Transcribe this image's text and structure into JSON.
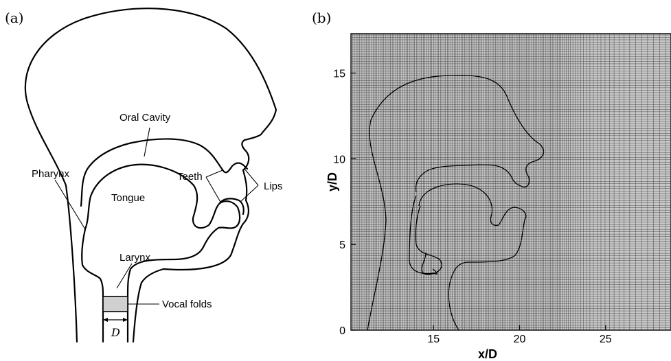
{
  "panel_a": {
    "label": "(a)",
    "annotations": {
      "oral_cavity": "Oral Cavity",
      "pharynx": "Pharynx",
      "teeth": "Teeth",
      "tongue": "Tongue",
      "lips": "Lips",
      "larynx": "Larynx",
      "vocal_folds": "Vocal folds",
      "diameter": "D"
    },
    "colors": {
      "vocal_folds_fill": "#d0d0d0"
    }
  },
  "panel_b": {
    "label": "(b)",
    "chart_data": {
      "type": "mesh",
      "xlabel": "x/D",
      "ylabel": "y/D",
      "xlim": [
        10.2,
        28.8
      ],
      "ylim": [
        0,
        17.3
      ],
      "xticks": [
        15,
        20,
        25
      ],
      "yticks": [
        0,
        5,
        10,
        15
      ],
      "xtick_labels": [
        "15",
        "20",
        "25"
      ],
      "ytick_labels": [
        "0",
        "5",
        "10",
        "15"
      ],
      "grid": true,
      "mesh": {
        "refined_region_x": [
          10.2,
          22.5
        ],
        "stretching_region_x": [
          22.5,
          28.8
        ],
        "fine_spacing": 0.1,
        "coarse_spacing": 0.35,
        "y_spacing": 0.14
      },
      "colors": {
        "background": "#c8c8c8",
        "grid_line": "#3a3a3a",
        "outline": "#000000"
      }
    }
  }
}
